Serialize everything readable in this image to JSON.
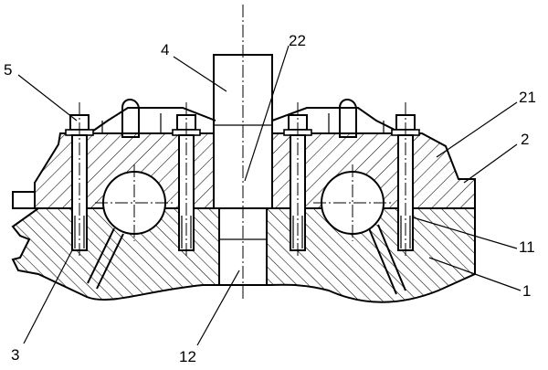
{
  "callouts": {
    "c4": "4",
    "c22": "22",
    "c5": "5",
    "c21": "21",
    "c2": "2",
    "c11": "11",
    "c1": "1",
    "c3": "3",
    "c12": "12"
  }
}
